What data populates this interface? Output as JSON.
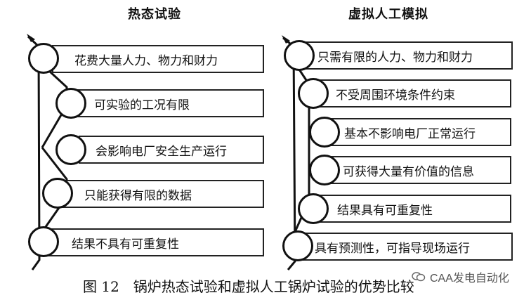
{
  "titles": {
    "left": "热态试验",
    "right": "虚拟人工模拟"
  },
  "left_items": [
    "花费大量人力、物力和财力",
    "可实验的工况有限",
    "会影响电厂安全生产运行",
    "只能获得有限的数据",
    "结果不具有可重复性"
  ],
  "right_items": [
    "只需有限的人力、物力和财力",
    "不受周围环境条件约束",
    "基本不影响电厂正常运行",
    "可获得大量有价值的信息",
    "结果具有可重复性",
    "具有预测性，可指导现场运行"
  ],
  "caption": "图 12　锅炉热态试验和虚拟人工锅炉试验的优势比较",
  "watermark": {
    "text": "CAA发电自动化",
    "icon": "wechat-icon"
  }
}
